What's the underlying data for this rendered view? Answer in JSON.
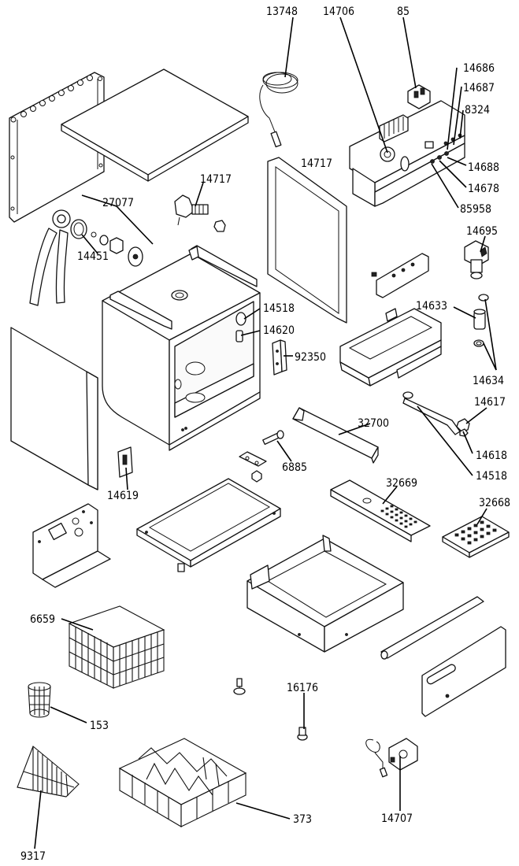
{
  "labels": {
    "l13748": "13748",
    "l14706": "14706",
    "l85": "85",
    "l14686": "14686",
    "l14687": "14687",
    "l8324": "8324",
    "l14688": "14688",
    "l14678": "14678",
    "l85958": "85958",
    "l14717a": "14717",
    "l14717b": "14717",
    "l27077": "27077",
    "l14451": "14451",
    "l14695": "14695",
    "l14518a": "14518",
    "l14620": "14620",
    "l92350": "92350",
    "l14633": "14633",
    "l14634": "14634",
    "l14617": "14617",
    "l32700": "32700",
    "l6885": "6885",
    "l14618": "14618",
    "l14518b": "14518",
    "l14619": "14619",
    "l32669": "32669",
    "l32668": "32668",
    "l6659": "6659",
    "l16176": "16176",
    "l153": "153",
    "l373": "373",
    "l14707": "14707",
    "l9317": "9317"
  },
  "colors": {
    "line": "#111111",
    "background": "#ffffff"
  }
}
